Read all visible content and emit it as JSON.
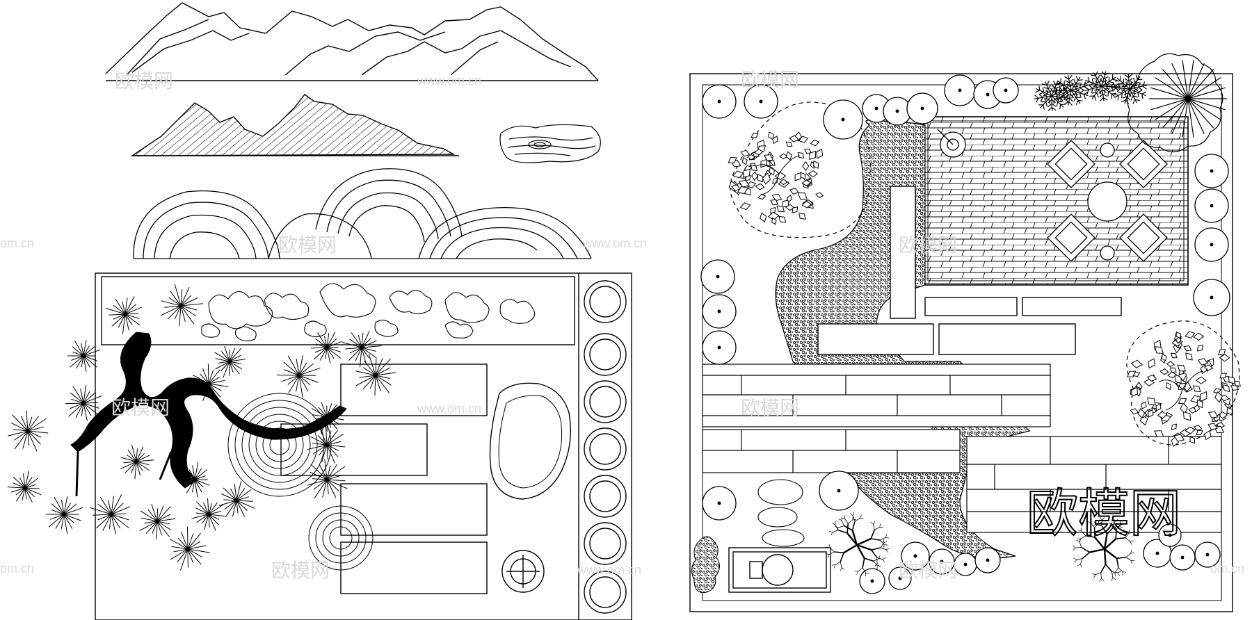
{
  "watermarks": {
    "logo": "欧模网",
    "site": "www.om.cn",
    "site_short": "om.cn"
  },
  "colors": {
    "line": "#000000",
    "background": "#ffffff",
    "watermark": "#d9d9d9"
  }
}
